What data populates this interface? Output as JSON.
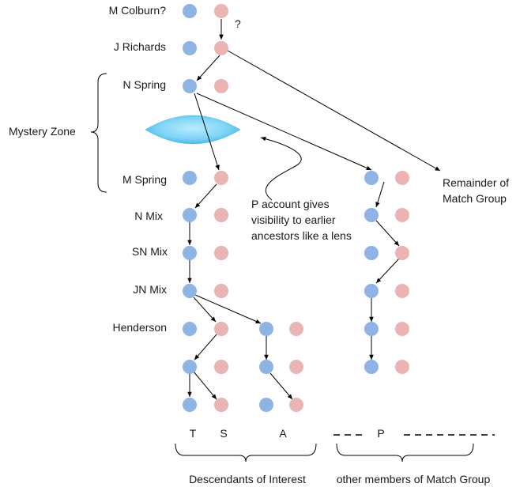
{
  "generations": {
    "colburn": "M Colburn?",
    "richards": "J Richards",
    "n_spring": "N Spring",
    "m_spring": "M Spring",
    "n_mix": "N Mix",
    "sn_mix": "SN Mix",
    "jn_mix": "JN Mix",
    "henderson": "Henderson"
  },
  "annotations": {
    "question_mark": "?",
    "mystery_zone": "Mystery Zone",
    "lens_note_line1": "P account  gives",
    "lens_note_line2": "visibility to earlier",
    "lens_note_line3": "ancestors like a lens",
    "remainder_line1": "Remainder of",
    "remainder_line2": "Match Group"
  },
  "descendants": {
    "t": "T",
    "s": "S",
    "a": "A",
    "p": "P"
  },
  "groups": {
    "of_interest": "Descendants of Interest",
    "other_members": "other members of Match Group"
  },
  "colors": {
    "male_node": "#8eb3e4",
    "female_node": "#eab4b4",
    "lens": "#6ecdf3",
    "line": "#000000"
  }
}
